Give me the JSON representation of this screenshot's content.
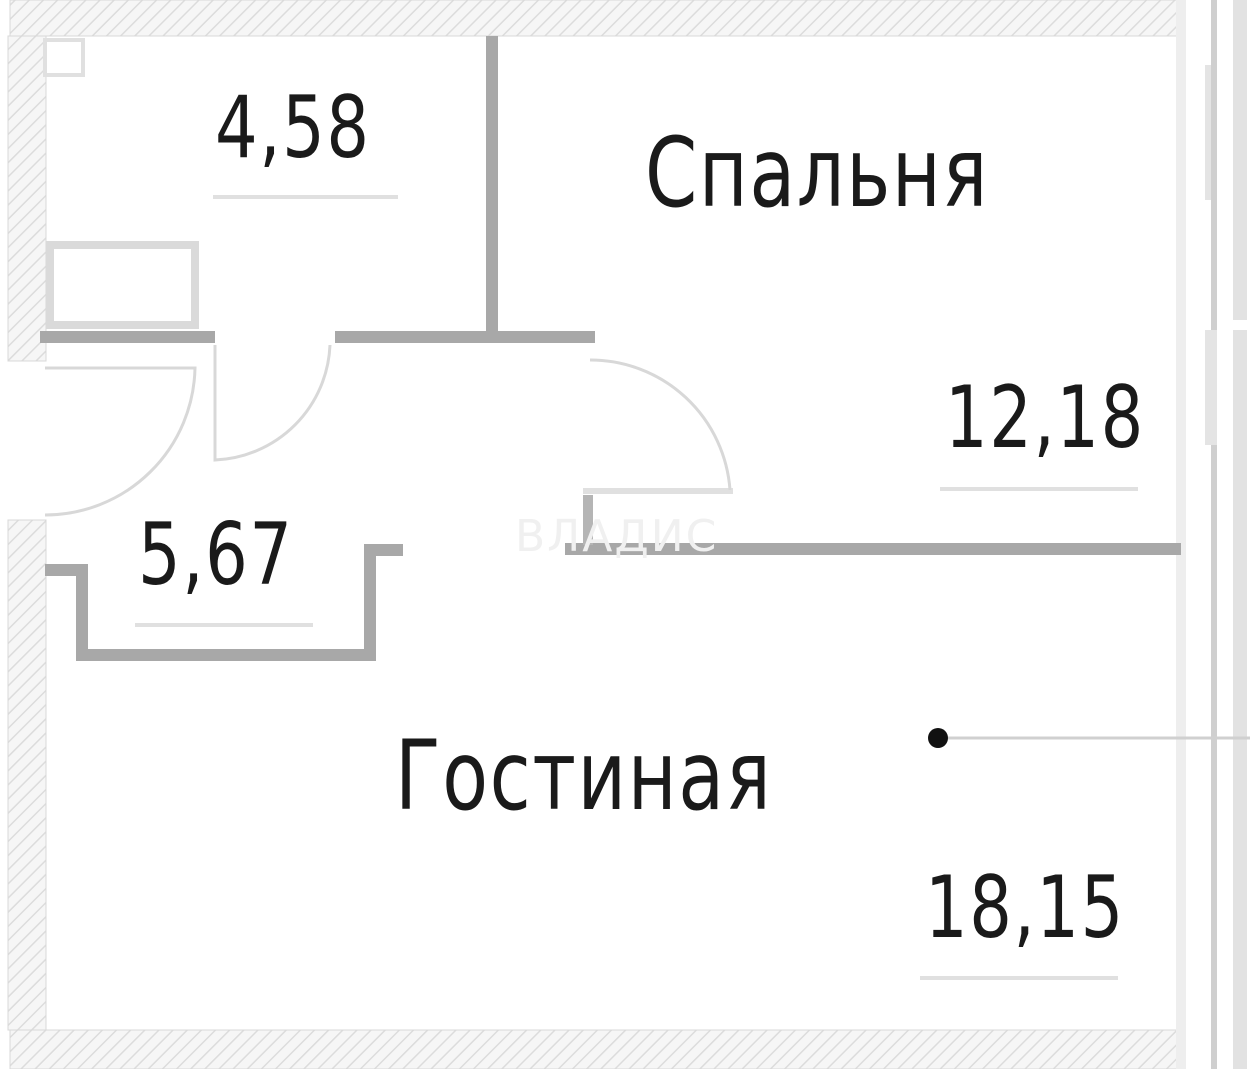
{
  "rooms": [
    {
      "area": "4,58"
    },
    {
      "name": "Спальня",
      "area": "12,18"
    },
    {
      "area": "5,67"
    },
    {
      "name": "Гостиная",
      "area": "18,15"
    }
  ],
  "watermark": "ВЛАДИС",
  "colors": {
    "wall": "#aaaaaa",
    "hatch": "#e4e4e4",
    "text": "#1a1a1a"
  }
}
